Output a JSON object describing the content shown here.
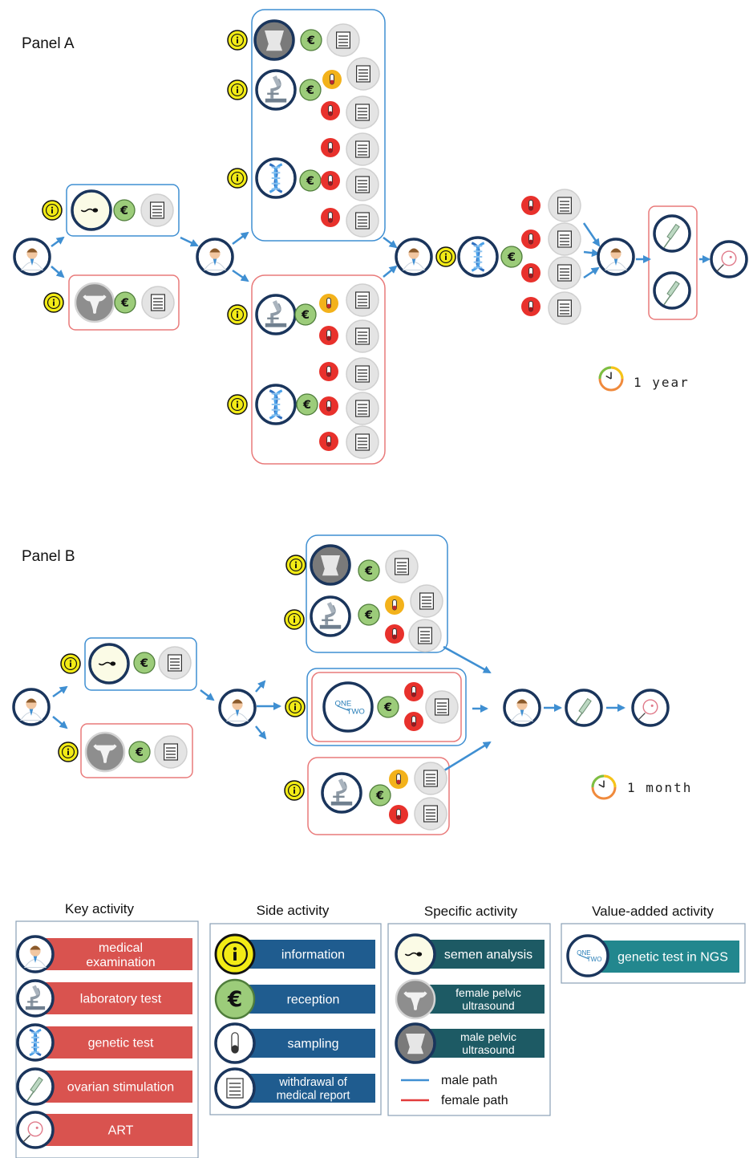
{
  "panels": {
    "a": {
      "title": "Panel A",
      "duration": "1 year"
    },
    "b": {
      "title": "Panel B",
      "duration": "1 month"
    }
  },
  "legend": {
    "key": {
      "title": "Key activity",
      "items": [
        {
          "label1": "medical",
          "label2": "examination",
          "icon": "doctor-icon"
        },
        {
          "label1": "laboratory test",
          "label2": "",
          "icon": "microscope-icon"
        },
        {
          "label1": "genetic test",
          "label2": "",
          "icon": "dna-icon"
        },
        {
          "label1": "ovarian stimulation",
          "label2": "",
          "icon": "syringe-icon"
        },
        {
          "label1": "ART",
          "label2": "",
          "icon": "egg-cell-icon"
        }
      ]
    },
    "side": {
      "title": "Side activity",
      "items": [
        {
          "label1": "information",
          "label2": "",
          "icon": "info-icon"
        },
        {
          "label1": "reception",
          "label2": "",
          "icon": "euro-icon"
        },
        {
          "label1": "sampling",
          "label2": "",
          "icon": "test-tube-icon"
        },
        {
          "label1": "withdrawal of",
          "label2": "medical report",
          "icon": "report-icon"
        }
      ]
    },
    "specific": {
      "title": "Specific activity",
      "items": [
        {
          "label1": "semen analysis",
          "label2": "",
          "icon": "sperm-icon"
        },
        {
          "label1": "female pelvic",
          "label2": "ultrasound",
          "icon": "uterus-icon"
        },
        {
          "label1": "male pelvic",
          "label2": "ultrasound",
          "icon": "male-pelvis-icon"
        }
      ],
      "paths": {
        "male": "male path",
        "female": "female path"
      }
    },
    "value": {
      "title": "Value-added activity",
      "items": [
        {
          "label1": "genetic test in NGS",
          "label2": "",
          "icon": "onetwo-icon"
        }
      ],
      "logo_line1": "ONE",
      "logo_line2": "TWO"
    }
  },
  "colors": {
    "male_blue": "#3f8fd2",
    "female_red": "#e97a7a",
    "navy": "#1a355c",
    "key_red": "#d9534f",
    "side_blue": "#1f5c8f",
    "specific_teal": "#1d5a64",
    "value_teal": "#22878e",
    "info_yellow": "#f2eb16",
    "euro_green": "#9ccc7a",
    "tube_red": "#e8312c",
    "tube_orange": "#f3b21b",
    "arrow": "#3f8fd2"
  }
}
